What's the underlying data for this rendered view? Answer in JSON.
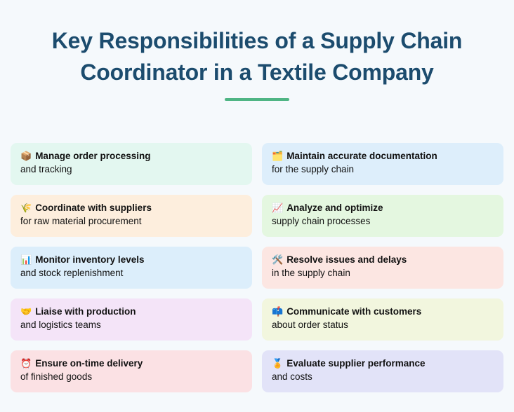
{
  "page": {
    "background_color": "#f5f9fc",
    "title": "Key Responsibilities of a Supply Chain Coordinator in a Textile Company",
    "title_color": "#1c4c6e",
    "accent_color": "#4fb584"
  },
  "cards": [
    {
      "icon": "📦",
      "icon_name": "package-icon",
      "title": "Manage order processing",
      "subtitle": "and tracking",
      "background_color": "#e3f7f0"
    },
    {
      "icon": "🗂️",
      "icon_name": "card-index-dividers-icon",
      "title": "Maintain accurate documentation",
      "subtitle": "for the supply chain",
      "background_color": "#ddeefb"
    },
    {
      "icon": "🌾",
      "icon_name": "sheaf-of-rice-icon",
      "title": "Coordinate with suppliers",
      "subtitle": "for raw material procurement",
      "background_color": "#fdeedd"
    },
    {
      "icon": "📈",
      "icon_name": "chart-increasing-icon",
      "title": "Analyze and optimize",
      "subtitle": "supply chain processes",
      "background_color": "#e4f7e0"
    },
    {
      "icon": "📊",
      "icon_name": "bar-chart-icon",
      "title": "Monitor inventory levels",
      "subtitle": "and stock replenishment",
      "background_color": "#dceefb"
    },
    {
      "icon": "🛠️",
      "icon_name": "hammer-and-wrench-icon",
      "title": "Resolve issues and delays",
      "subtitle": "in the supply chain",
      "background_color": "#fce6e2"
    },
    {
      "icon": "🤝",
      "icon_name": "handshake-icon",
      "title": "Liaise with production",
      "subtitle": "and logistics teams",
      "background_color": "#f4e4f8"
    },
    {
      "icon": "📫",
      "icon_name": "mailbox-icon",
      "title": "Communicate with customers",
      "subtitle": "about order status",
      "background_color": "#f2f6de"
    },
    {
      "icon": "⏰",
      "icon_name": "alarm-clock-icon",
      "title": "Ensure on-time delivery",
      "subtitle": "of finished goods",
      "background_color": "#fbe1e4"
    },
    {
      "icon": "🏅",
      "icon_name": "medal-icon",
      "title": "Evaluate supplier performance",
      "subtitle": "and costs",
      "background_color": "#e2e3f8"
    }
  ]
}
